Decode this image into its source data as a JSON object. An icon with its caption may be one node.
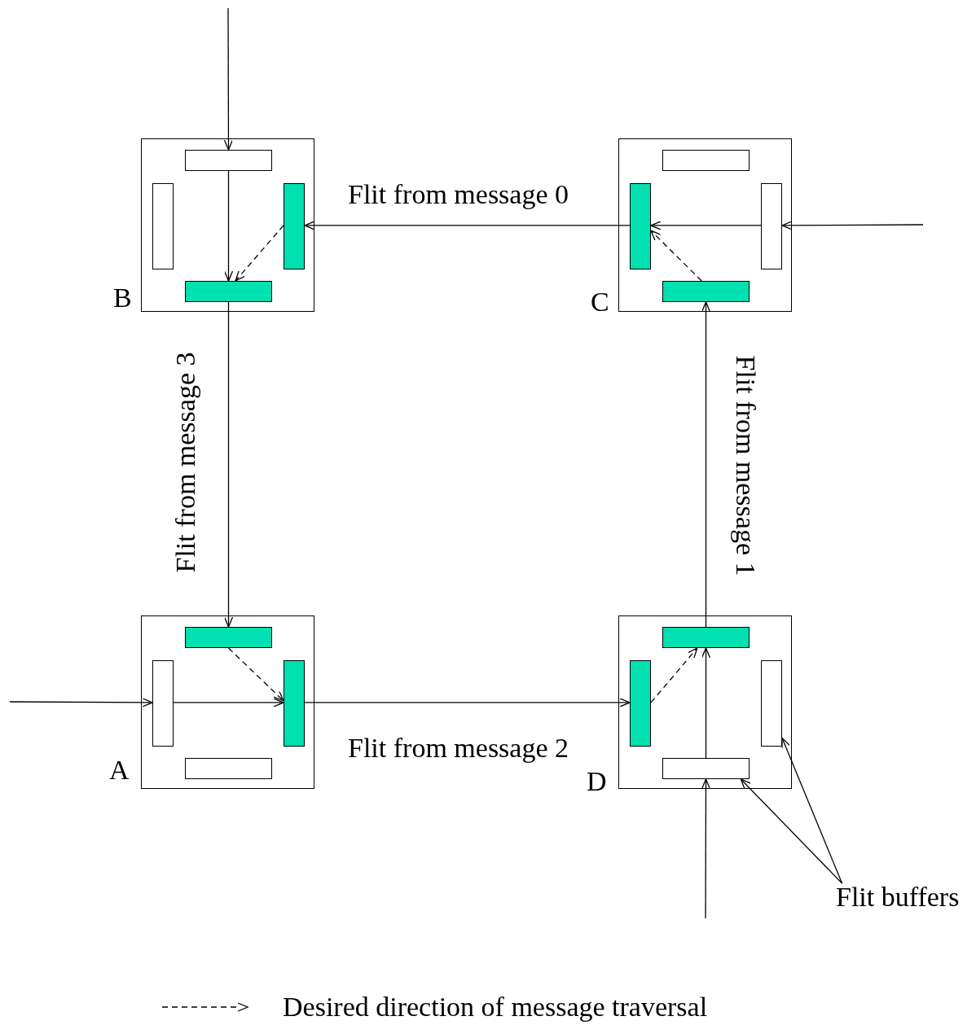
{
  "diagram": {
    "nodes": [
      {
        "text": [
          "B"
        ]
      },
      {
        "text": [],
        "shape": "bar",
        "in": 0
      },
      {
        "text": [],
        "shape": "bar",
        "in": 0
      },
      {
        "text": [],
        "shape": "bar",
        "in": 0
      },
      {
        "text": [],
        "shape": "bar",
        "in": 0
      },
      {
        "text": [
          "C"
        ]
      },
      {
        "text": [],
        "shape": "bar",
        "in": 5
      },
      {
        "text": [],
        "shape": "bar",
        "in": 5
      },
      {
        "text": [],
        "shape": "bar",
        "in": 5
      },
      {
        "text": [],
        "shape": "bar",
        "in": 5
      },
      {
        "text": [
          "A"
        ]
      },
      {
        "text": [],
        "shape": "bar",
        "in": 10
      },
      {
        "text": [],
        "shape": "bar",
        "in": 10
      },
      {
        "text": [],
        "shape": "bar",
        "in": 10
      },
      {
        "text": [],
        "shape": "bar",
        "in": 10
      },
      {
        "text": [
          "D"
        ]
      },
      {
        "text": [],
        "shape": "bar",
        "in": 15
      },
      {
        "text": [],
        "shape": "bar",
        "in": 15
      },
      {
        "text": [],
        "shape": "bar",
        "in": 15
      },
      {
        "text": [],
        "shape": "bar",
        "in": 15
      },
      {
        "text": [
          "Flit buffers"
        ]
      }
    ],
    "edges": [
      {
        "from": null,
        "to": 1,
        "arrow": "to"
      },
      {
        "from": 1,
        "to": 4,
        "arrow": "to"
      },
      {
        "from": 3,
        "to": 4,
        "arrow": "to",
        "style": "dashed"
      },
      {
        "from": null,
        "to": 8,
        "arrow": "to"
      },
      {
        "from": 8,
        "to": 7,
        "arrow": "to"
      },
      {
        "from": 9,
        "to": 7,
        "arrow": "to",
        "style": "dashed"
      },
      {
        "from": 7,
        "to": 3,
        "arrow": "to",
        "label": "Flit from message 0"
      },
      {
        "from": 4,
        "to": 11,
        "arrow": "to",
        "label": "Flit from message 3"
      },
      {
        "from": null,
        "to": 12,
        "arrow": "to"
      },
      {
        "from": 12,
        "to": 13,
        "arrow": "to"
      },
      {
        "from": 11,
        "to": 13,
        "arrow": "to",
        "style": "dashed"
      },
      {
        "from": 13,
        "to": 17,
        "arrow": "to",
        "label": "Flit from message 2"
      },
      {
        "from": null,
        "to": 19,
        "arrow": "to"
      },
      {
        "from": 19,
        "to": 16,
        "arrow": "to"
      },
      {
        "from": 17,
        "to": 16,
        "arrow": "to",
        "style": "dashed"
      },
      {
        "from": 16,
        "to": 9,
        "arrow": "to",
        "label": "Flit from message 1"
      },
      {
        "from": 20,
        "to": 18,
        "arrow": "to"
      },
      {
        "from": 20,
        "to": 19,
        "arrow": "to"
      }
    ],
    "legend": [
      {
        "text": "Desired direction of message traversal"
      }
    ]
  }
}
